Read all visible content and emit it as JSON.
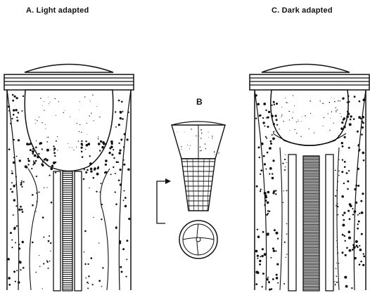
{
  "labels": {
    "panel_a": "A. Light adapted",
    "panel_b": "B",
    "panel_c": "C. Dark adapted"
  },
  "colors": {
    "ink": "#111111",
    "paper": "#ffffff"
  }
}
